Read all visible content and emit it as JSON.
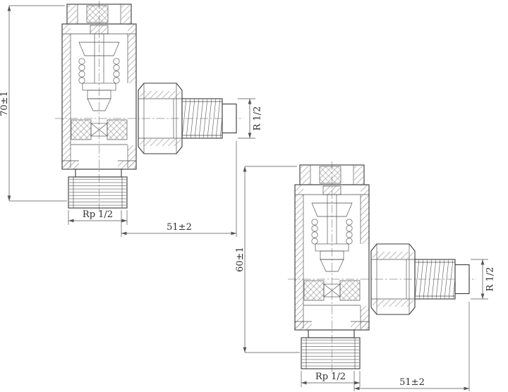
{
  "page": {
    "background": "#ffffff"
  },
  "drawing": {
    "valve1": {
      "height_dim": "70±1",
      "outlet_thread_dim": "R 1/2",
      "bottom_thread_dim": "Rp 1/2",
      "length_dim": "51±2"
    },
    "valve2": {
      "height_dim": "60±1",
      "outlet_thread_dim": "R 1/2",
      "bottom_thread_dim": "Rp 1/2",
      "length_dim": "51±2"
    },
    "colors": {
      "line": "#3a3a3a",
      "dimension": "#555555",
      "hatch": "#9a9a9a",
      "background": "#ffffff"
    }
  }
}
